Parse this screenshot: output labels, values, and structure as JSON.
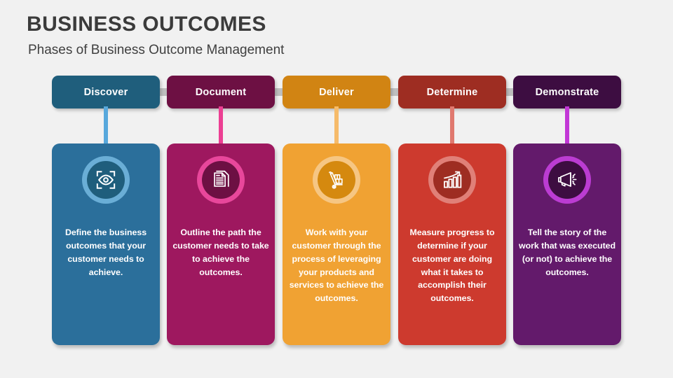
{
  "header": {
    "title": "BUSINESS OUTCOMES",
    "subtitle": "Phases of Business Outcome Management"
  },
  "colors": {
    "background": "#f1f1f1",
    "title_text": "#3b3b3b",
    "subtitle_text": "#3f3f3f",
    "connector_gray": "#bfbfbf"
  },
  "phases": [
    {
      "label": "Discover",
      "description": "Define the business outcomes that your customer needs to achieve.",
      "icon": "eye-scan-icon",
      "header_color": "#1f5e7c",
      "card_color": "#2b6f9b",
      "ring_color": "#6aaed6",
      "stem_color": "#58a8dc",
      "icon_bg": "#1f5e7c"
    },
    {
      "label": "Document",
      "description": "Outline the path the customer needs to take to achieve the outcomes.",
      "icon": "document-pages-icon",
      "header_color": "#6d1043",
      "card_color": "#9e185f",
      "ring_color": "#e8479b",
      "stem_color": "#ec3f93",
      "icon_bg": "#6d1043"
    },
    {
      "label": "Deliver",
      "description": "Work with your customer through the process of leveraging your products and services to achieve the outcomes.",
      "icon": "hand-truck-icon",
      "header_color": "#d18413",
      "card_color": "#f0a233",
      "ring_color": "#f6c683",
      "stem_color": "#f6bb6a",
      "icon_bg": "#d5890f"
    },
    {
      "label": "Determine",
      "description": "Measure progress to determine if your customer are doing what it takes to accomplish their outcomes.",
      "icon": "bar-chart-growth-icon",
      "header_color": "#9e2d22",
      "card_color": "#cd3a2e",
      "ring_color": "#e08078",
      "stem_color": "#e0796f",
      "icon_bg": "#9e2d22"
    },
    {
      "label": "Demonstrate",
      "description": "Tell the story of the work that was executed (or not) to achieve the outcomes.",
      "icon": "megaphone-icon",
      "header_color": "#3d0d41",
      "card_color": "#631a6b",
      "ring_color": "#bb3cd2",
      "stem_color": "#c237d6",
      "icon_bg": "#3d0d41"
    }
  ]
}
